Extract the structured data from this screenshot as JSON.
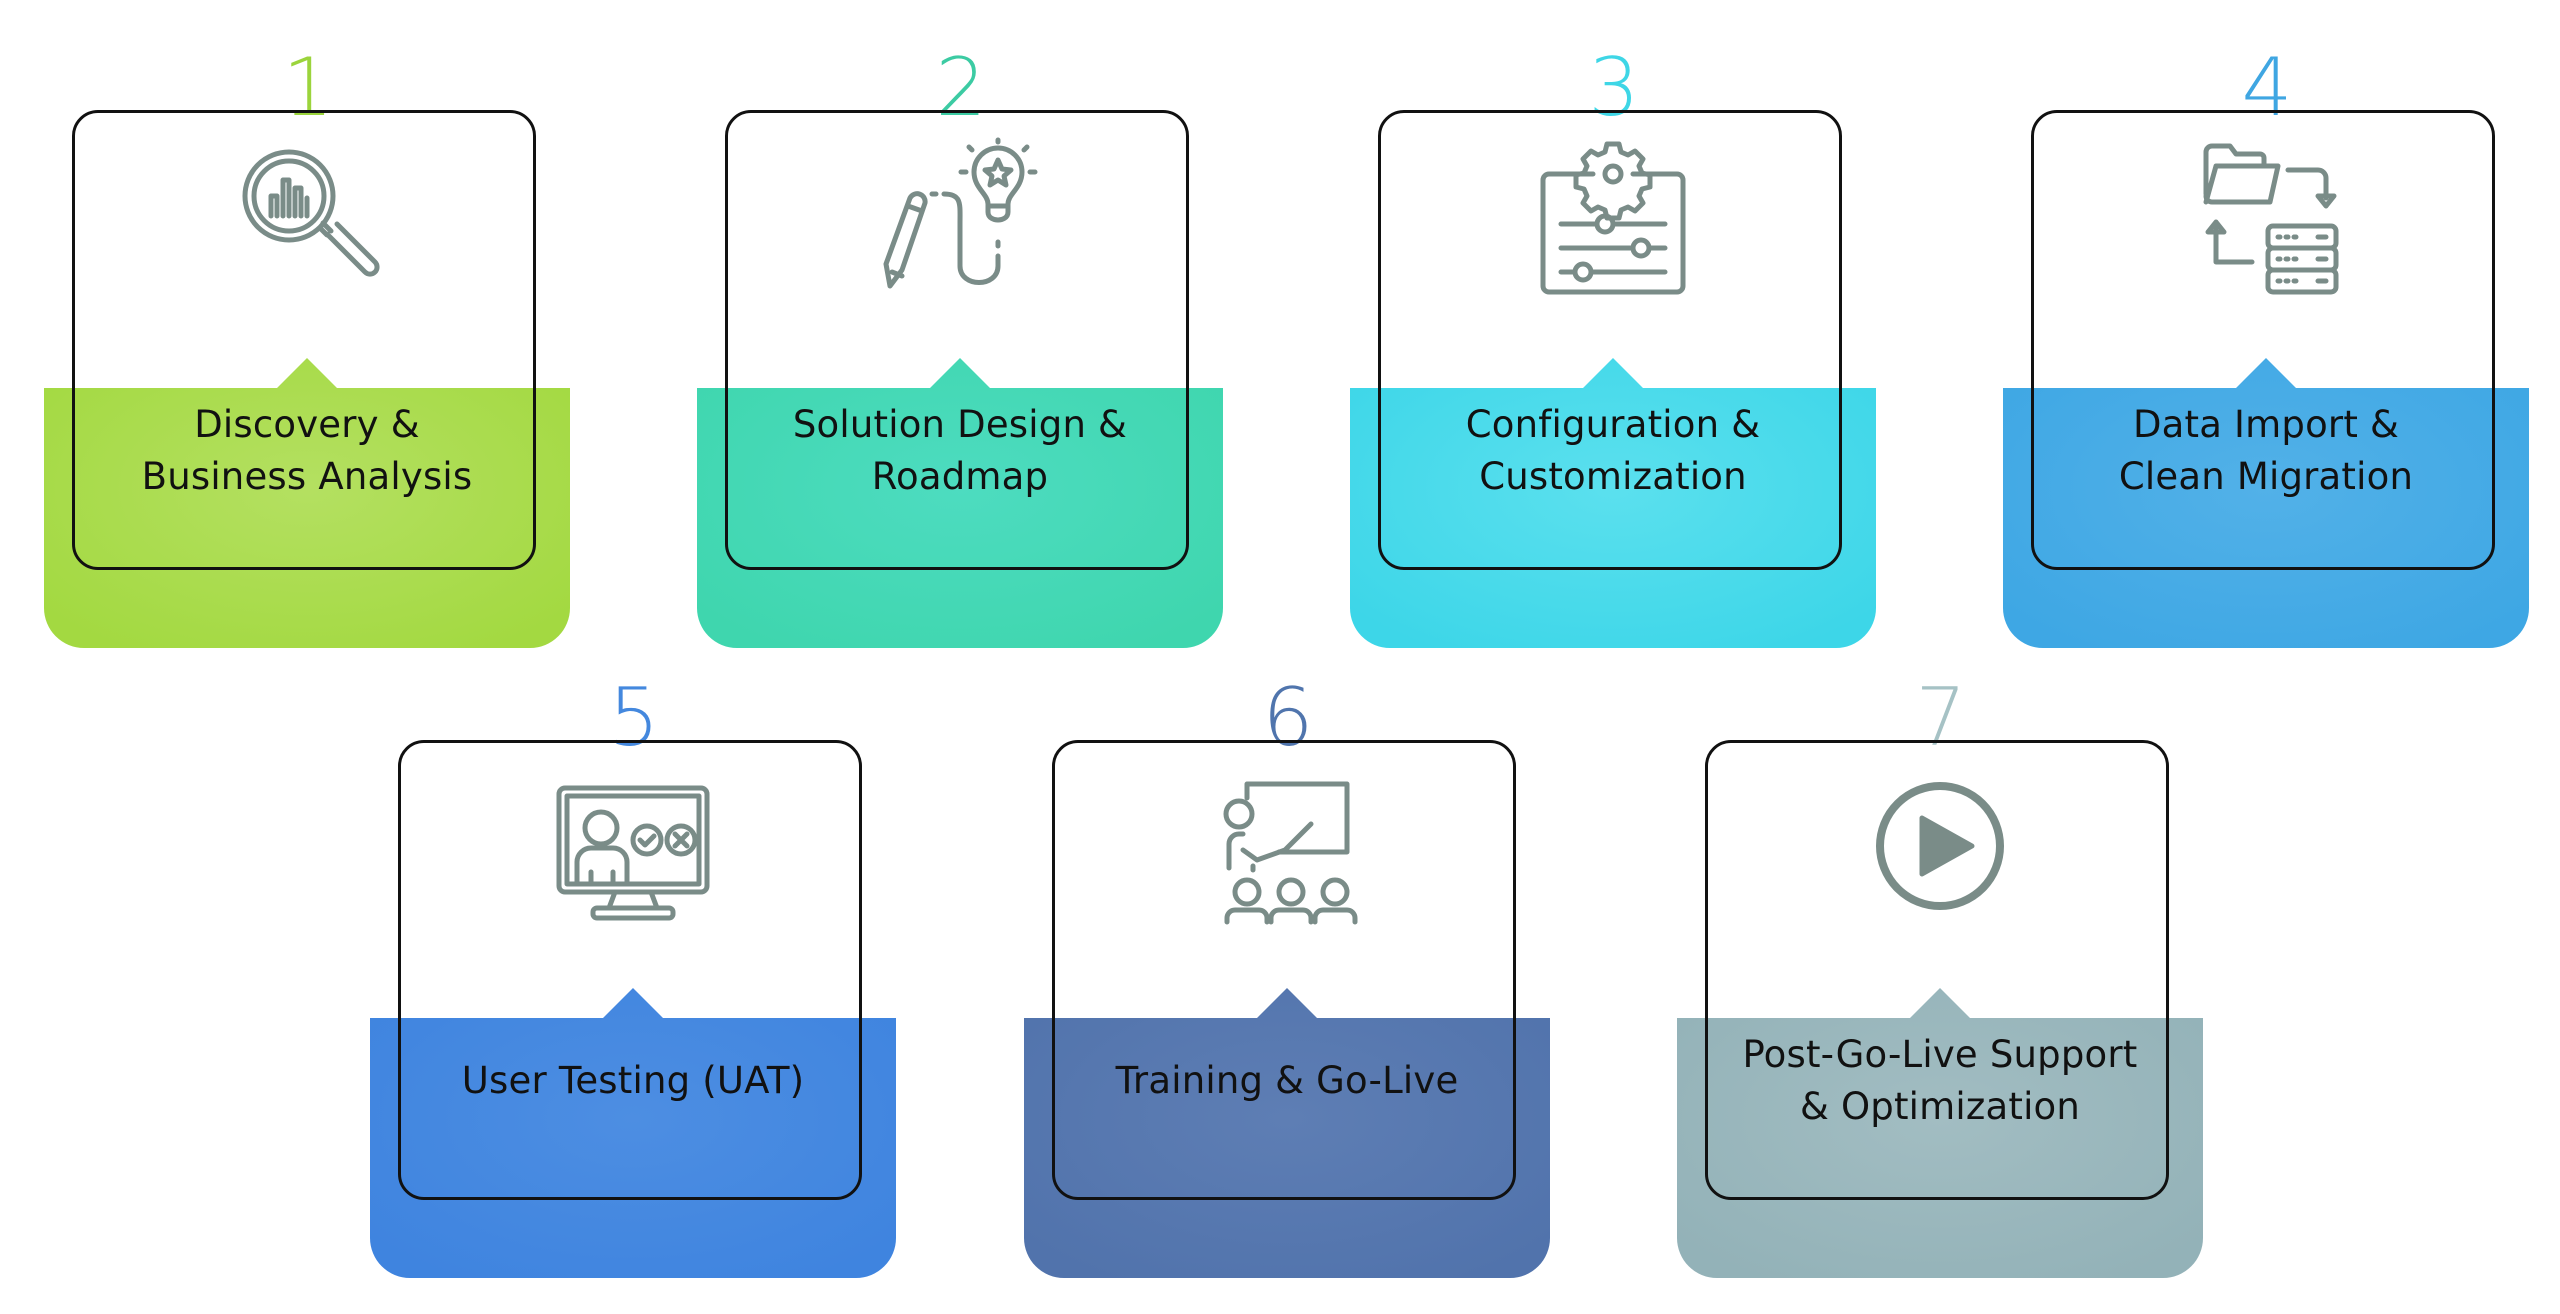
{
  "steps": [
    {
      "number": "1",
      "lines": [
        "Discovery &",
        "Business Analysis"
      ],
      "icon": "magnifier-chart-icon",
      "color": "#A3D941",
      "color_light": "#B4E061",
      "number_color": "#9BD43C"
    },
    {
      "number": "2",
      "lines": [
        "Solution Design &",
        "Roadmap"
      ],
      "icon": "pencil-lightbulb-icon",
      "color": "#3FD6AE",
      "color_light": "#4DDCC0",
      "number_color": "#3CCBA3"
    },
    {
      "number": "3",
      "lines": [
        "Configuration &",
        "Customization"
      ],
      "icon": "gear-sliders-icon",
      "color": "#3DD6E8",
      "color_light": "#5BE0EE",
      "number_color": "#3ED6E6"
    },
    {
      "number": "4",
      "lines": [
        "Data Import &",
        "Clean Migration"
      ],
      "icon": "folder-database-sync-icon",
      "color": "#3EA7E4",
      "color_light": "#52B1E8",
      "number_color": "#3FA6E2"
    },
    {
      "number": "5",
      "lines": [
        "User Testing (UAT)"
      ],
      "icon": "monitor-user-check-icon",
      "color": "#3F84DF",
      "color_light": "#4D8EE2",
      "number_color": "#4488DE"
    },
    {
      "number": "6",
      "lines": [
        "Training & Go-Live"
      ],
      "icon": "presenter-audience-icon",
      "color": "#5173AC",
      "color_light": "#5E7EB4",
      "number_color": "#5075AD"
    },
    {
      "number": "7",
      "lines": [
        "Post-Go-Live Support",
        "& Optimization"
      ],
      "icon": "play-circle-icon",
      "color": "#93B2B8",
      "color_light": "#A2BDC2",
      "number_color": "#A6C2C5"
    }
  ],
  "icon_color": "#7A8C88"
}
